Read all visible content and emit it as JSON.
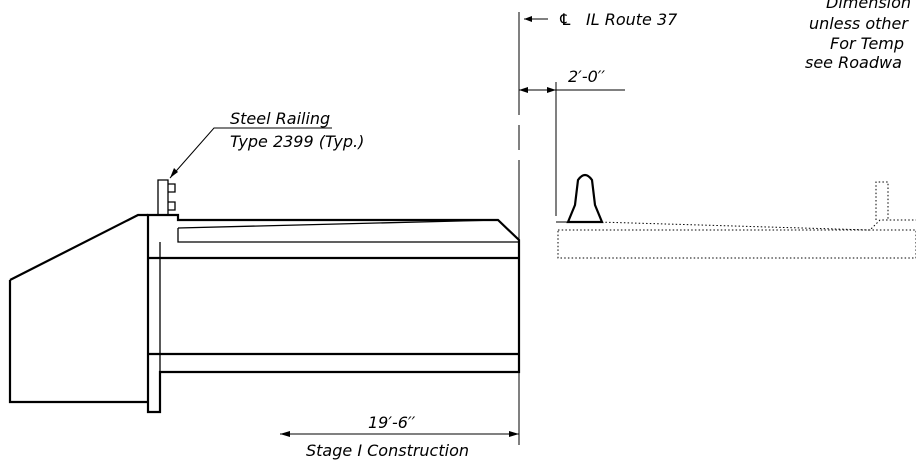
{
  "labels": {
    "centerline_symbol": "℄",
    "centerline_route": "IL Route 37",
    "offset_dim": "2′-0′′",
    "railing_line1": "Steel Railing",
    "railing_line2": "Type 2399 (Typ.)",
    "stage_dim": "19′-6′′",
    "stage_label": "Stage I Construction",
    "note_line1": "Dimension",
    "note_line2": "unless other",
    "note_line3": "For Temp",
    "note_line4": "see Roadwa"
  }
}
